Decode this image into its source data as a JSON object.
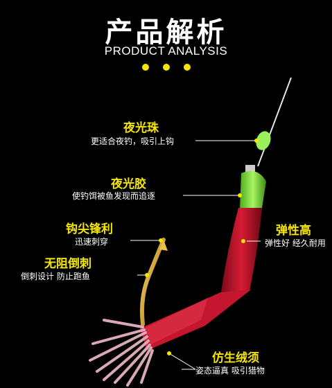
{
  "header": {
    "title": "产品解析",
    "subtitle": "PRODUCT ANALYSIS"
  },
  "callouts": {
    "glow_bead": {
      "title": "夜光珠",
      "desc": "更适合夜钓，吸引上钩"
    },
    "glow_glue": {
      "title": "夜光胶",
      "desc": "使钓饵被鱼发现而追逐"
    },
    "sharp_hook": {
      "title": "钩尖锋利",
      "desc": "迅速刺穿"
    },
    "barbless": {
      "title": "无阻倒刺",
      "desc": "倒刺设计 防止跑鱼"
    },
    "elastic": {
      "title": "弹性高",
      "desc": "弹性好 经久耐用"
    },
    "bionic_fringe": {
      "title": "仿生绒须",
      "desc": "姿态逼真 吸引猎物"
    }
  },
  "colors": {
    "accent_yellow": "#f6e600",
    "lure_red": "#c0142a",
    "glow_green": "#8ee84a",
    "hook_gold": "#d8a21c"
  }
}
